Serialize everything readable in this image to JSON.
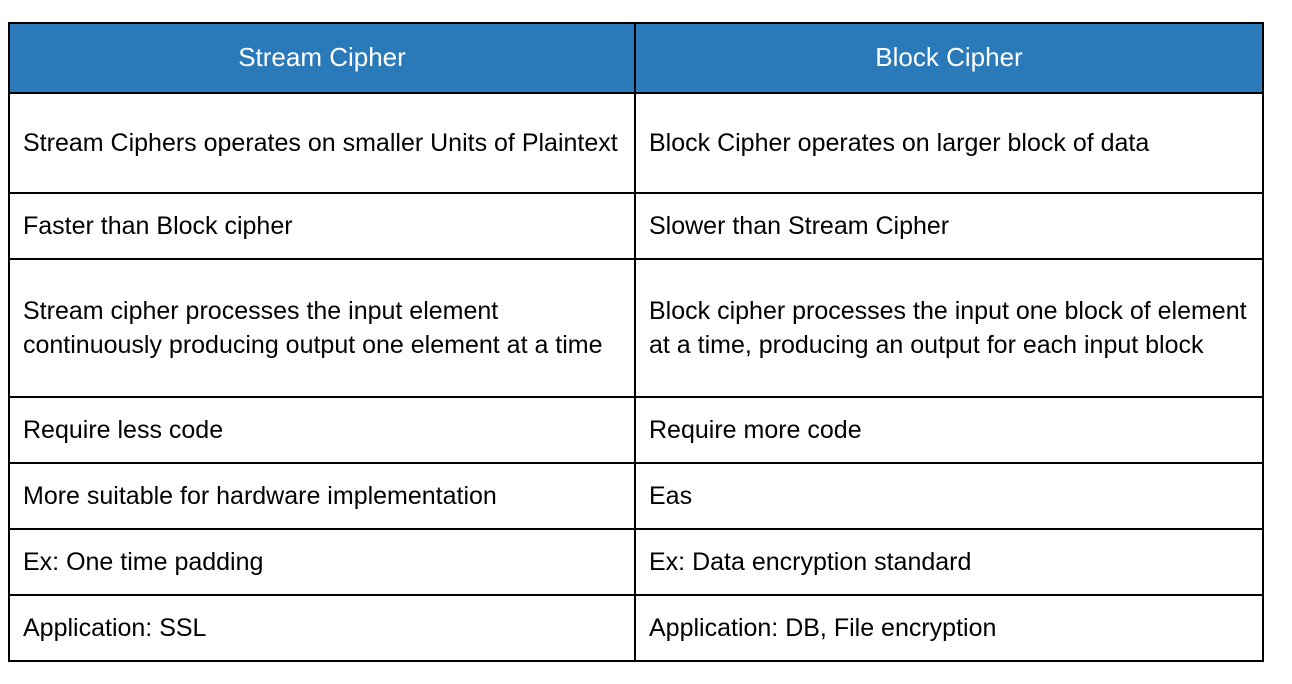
{
  "table": {
    "headers": [
      {
        "label": "Stream Cipher"
      },
      {
        "label": "Block Cipher"
      }
    ],
    "header_background": "#2a7ab9",
    "header_text_color": "#ffffff",
    "border_color": "#000000",
    "rows": [
      {
        "left": "Stream Ciphers operates on smaller Units of Plaintext",
        "right": "Block Cipher operates on larger block of data"
      },
      {
        "left": "Faster than Block cipher",
        "right": "Slower than Stream Cipher"
      },
      {
        "left": "Stream cipher processes the input element continuously producing output one element at a time",
        "right": "Block cipher processes the input one block of element at a time, producing an output for each input block"
      },
      {
        "left": "Require less code",
        "right": "Require more code"
      },
      {
        "left": "More suitable for hardware implementation",
        "right": "Eas"
      },
      {
        "left": "Ex: One time padding",
        "right": "Ex: Data encryption standard"
      },
      {
        "left": "Application: SSL",
        "right": "Application: DB, File encryption"
      }
    ]
  }
}
